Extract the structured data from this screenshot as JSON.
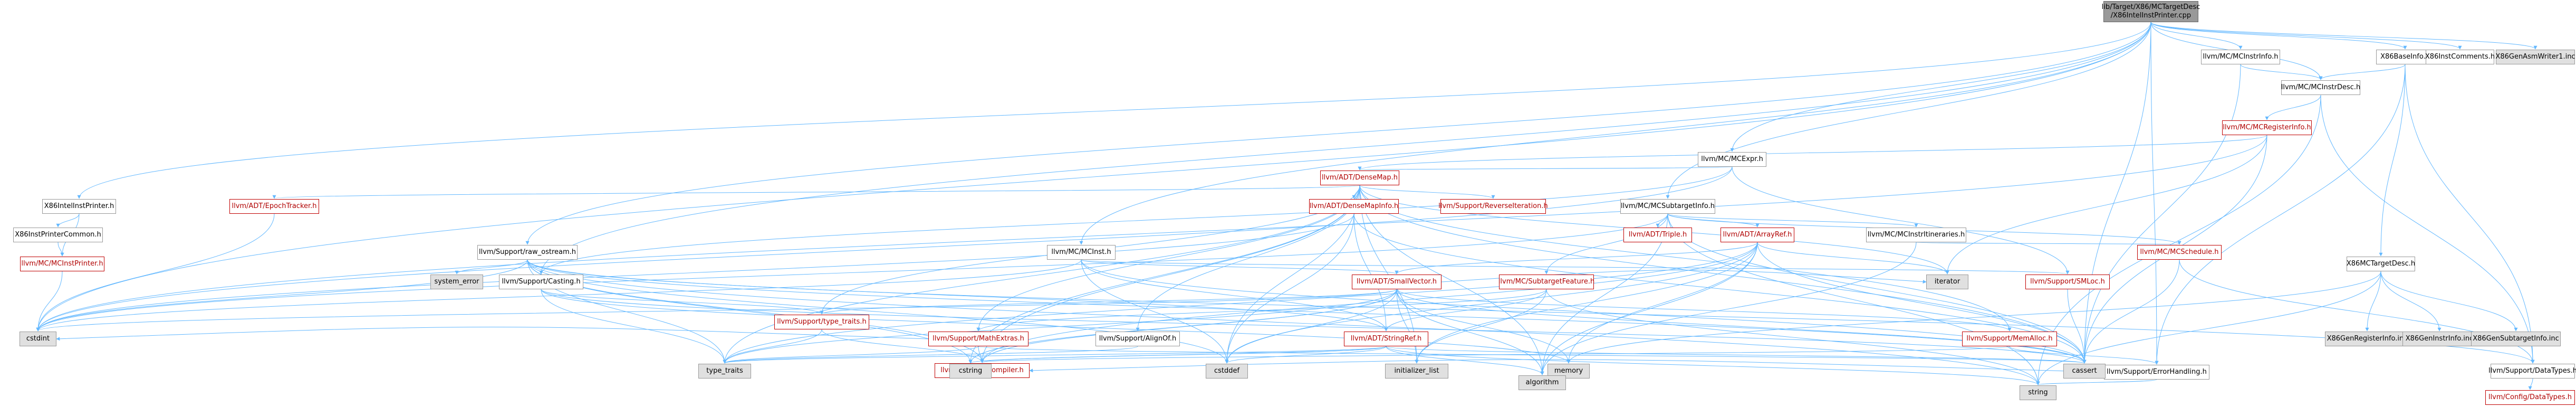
{
  "colors": {
    "edge": "#63b8ff",
    "node_border": "#999999",
    "node_border_red": "#c00000",
    "node_fill_grey": "#e0e0e0",
    "root_fill": "#999999"
  },
  "nodes": [
    {
      "id": "root",
      "label": "lib/Target/X86/MCTargetDesc\n/X86IntelInstPrinter.cpp",
      "style": "root"
    },
    {
      "id": "x86intel_h",
      "label": "X86IntelInstPrinter.h",
      "style": "plain"
    },
    {
      "id": "x86ipc_h",
      "label": "X86InstPrinterCommon.h",
      "style": "plain"
    },
    {
      "id": "mcinstprinter_h",
      "label": "llvm/MC/MCInstPrinter.h",
      "style": "red"
    },
    {
      "id": "casting_h",
      "label": "llvm/Support/Casting.h",
      "style": "plain"
    },
    {
      "id": "rawostream_h",
      "label": "llvm/Support/raw_ostream.h",
      "style": "plain"
    },
    {
      "id": "mcinst_h",
      "label": "llvm/MC/MCInst.h",
      "style": "plain"
    },
    {
      "id": "mcexpr_h",
      "label": "llvm/MC/MCExpr.h",
      "style": "plain"
    },
    {
      "id": "mcinstrinfo_h",
      "label": "llvm/MC/MCInstrInfo.h",
      "style": "plain"
    },
    {
      "id": "mcinstrdesc_h",
      "label": "llvm/MC/MCInstrDesc.h",
      "style": "plain"
    },
    {
      "id": "mcregisterinfo_h",
      "label": "llvm/MC/MCRegisterInfo.h",
      "style": "red"
    },
    {
      "id": "mcsubtargetinfo_h",
      "label": "llvm/MC/MCSubtargetInfo.h",
      "style": "plain"
    },
    {
      "id": "x86baseinfo_h",
      "label": "X86BaseInfo.h",
      "style": "plain"
    },
    {
      "id": "x86instcomments_h",
      "label": "X86InstComments.h",
      "style": "plain"
    },
    {
      "id": "x86genasmwriter1_inc",
      "label": "X86GenAsmWriter1.inc",
      "style": "grey"
    },
    {
      "id": "x86mctargetdesc_h",
      "label": "X86MCTargetDesc.h",
      "style": "plain"
    },
    {
      "id": "x86genregisterinfo_inc",
      "label": "X86GenRegisterInfo.inc",
      "style": "grey"
    },
    {
      "id": "x86geninstrinfo_inc",
      "label": "X86GenInstrInfo.inc",
      "style": "grey"
    },
    {
      "id": "x86gensubtargetinfo_inc",
      "label": "X86GenSubtargetInfo.inc",
      "style": "grey"
    },
    {
      "id": "densemap_h",
      "label": "llvm/ADT/DenseMap.h",
      "style": "red"
    },
    {
      "id": "epochtracker_h",
      "label": "llvm/ADT/EpochTracker.h",
      "style": "red"
    },
    {
      "id": "densemapinfo_h",
      "label": "llvm/ADT/DenseMapInfo.h",
      "style": "red"
    },
    {
      "id": "reverseiteration_h",
      "label": "llvm/Support/ReverseIteration.h",
      "style": "red"
    },
    {
      "id": "triple_h",
      "label": "llvm/ADT/Triple.h",
      "style": "red"
    },
    {
      "id": "arrayref_h",
      "label": "llvm/ADT/ArrayRef.h",
      "style": "red"
    },
    {
      "id": "mcinstrltineraries_h",
      "label": "llvm/MC/MCInstrItineraries.h",
      "style": "plain"
    },
    {
      "id": "mcschedule_h",
      "label": "llvm/MC/MCSchedule.h",
      "style": "red"
    },
    {
      "id": "mcsubtargetfeature_h",
      "label": "llvm/MC/SubtargetFeature.h",
      "style": "red"
    },
    {
      "id": "smloc_h",
      "label": "llvm/Support/SMLoc.h",
      "style": "red"
    },
    {
      "id": "smallvector_h",
      "label": "llvm/ADT/SmallVector.h",
      "style": "red"
    },
    {
      "id": "stringref_h",
      "label": "llvm/ADT/StringRef.h",
      "style": "red"
    },
    {
      "id": "mathextras_h",
      "label": "llvm/Support/MathExtras.h",
      "style": "red"
    },
    {
      "id": "alignof_h",
      "label": "llvm/Support/AlignOf.h",
      "style": "plain"
    },
    {
      "id": "memalloc_h",
      "label": "llvm/Support/MemAlloc.h",
      "style": "red"
    },
    {
      "id": "typetraits_h",
      "label": "llvm/Support/type_traits.h",
      "style": "red"
    },
    {
      "id": "errorhandling_h",
      "label": "llvm/Support/ErrorHandling.h",
      "style": "plain"
    },
    {
      "id": "compiler_h",
      "label": "llvm/Support/Compiler.h",
      "style": "red"
    },
    {
      "id": "datatypes_h",
      "label": "llvm/Support/DataTypes.h",
      "style": "plain"
    },
    {
      "id": "configdatatypes_h",
      "label": "llvm/Config/DataTypes.h",
      "style": "red"
    },
    {
      "id": "system_error",
      "label": "system_error",
      "style": "grey"
    },
    {
      "id": "cstdint",
      "label": "cstdint",
      "style": "grey"
    },
    {
      "id": "type_traits",
      "label": "type_traits",
      "style": "grey"
    },
    {
      "id": "cstring",
      "label": "cstring",
      "style": "grey"
    },
    {
      "id": "cstddef",
      "label": "cstddef",
      "style": "grey"
    },
    {
      "id": "initializer_list",
      "label": "initializer_list",
      "style": "grey"
    },
    {
      "id": "memory",
      "label": "memory",
      "style": "grey"
    },
    {
      "id": "iterator",
      "label": "iterator",
      "style": "grey"
    },
    {
      "id": "cassert",
      "label": "cassert",
      "style": "grey"
    },
    {
      "id": "algorithm",
      "label": "algorithm",
      "style": "grey"
    },
    {
      "id": "string",
      "label": "string",
      "style": "grey"
    }
  ],
  "edges": [
    [
      "root",
      "x86intel_h"
    ],
    [
      "root",
      "mcinst_h"
    ],
    [
      "root",
      "mcexpr_h"
    ],
    [
      "root",
      "mcinstrinfo_h"
    ],
    [
      "root",
      "mcinstrdesc_h"
    ],
    [
      "root",
      "mcsubtargetinfo_h"
    ],
    [
      "root",
      "casting_h"
    ],
    [
      "root",
      "rawostream_h"
    ],
    [
      "root",
      "x86baseinfo_h"
    ],
    [
      "root",
      "x86instcomments_h"
    ],
    [
      "root",
      "x86genasmwriter1_inc"
    ],
    [
      "root",
      "cassert"
    ],
    [
      "root",
      "cstdint"
    ],
    [
      "root",
      "errorhandling_h"
    ],
    [
      "x86intel_h",
      "x86ipc_h"
    ],
    [
      "x86intel_h",
      "mcinstprinter_h"
    ],
    [
      "x86ipc_h",
      "mcinstprinter_h"
    ],
    [
      "mcinstprinter_h",
      "cstdint"
    ],
    [
      "casting_h",
      "typetraits_h"
    ],
    [
      "casting_h",
      "cassert"
    ],
    [
      "casting_h",
      "memory"
    ],
    [
      "casting_h",
      "type_traits"
    ],
    [
      "rawostream_h",
      "stringref_h"
    ],
    [
      "rawostream_h",
      "datatypes_h"
    ],
    [
      "rawostream_h",
      "cassert"
    ],
    [
      "rawostream_h",
      "cstddef"
    ],
    [
      "rawostream_h",
      "cstdint"
    ],
    [
      "rawostream_h",
      "cstring"
    ],
    [
      "rawostream_h",
      "string"
    ],
    [
      "rawostream_h",
      "system_error"
    ],
    [
      "rawostream_h",
      "type_traits"
    ],
    [
      "rawostream_h",
      "compiler_h"
    ],
    [
      "mcinst_h",
      "smallvector_h"
    ],
    [
      "mcinst_h",
      "stringref_h"
    ],
    [
      "mcinst_h",
      "smloc_h"
    ],
    [
      "mcinst_h",
      "cassert"
    ],
    [
      "mcinst_h",
      "cstddef"
    ],
    [
      "mcinst_h",
      "cstdint"
    ],
    [
      "mcexpr_h",
      "densemap_h"
    ],
    [
      "mcexpr_h",
      "casting_h"
    ],
    [
      "mcexpr_h",
      "smloc_h"
    ],
    [
      "mcexpr_h",
      "cstdint"
    ],
    [
      "mcinstrinfo_h",
      "mcinstrdesc_h"
    ],
    [
      "mcinstrinfo_h",
      "cassert"
    ],
    [
      "mcinstrdesc_h",
      "mcregisterinfo_h"
    ],
    [
      "mcinstrdesc_h",
      "datatypes_h"
    ],
    [
      "mcinstrdesc_h",
      "string"
    ],
    [
      "mcregisterinfo_h",
      "densemap_h"
    ],
    [
      "mcregisterinfo_h",
      "iterator"
    ],
    [
      "mcregisterinfo_h",
      "cassert"
    ],
    [
      "mcregisterinfo_h",
      "cstdint"
    ],
    [
      "mcsubtargetinfo_h",
      "triple_h"
    ],
    [
      "mcsubtargetinfo_h",
      "arrayref_h"
    ],
    [
      "mcsubtargetinfo_h",
      "mcinstrltineraries_h"
    ],
    [
      "mcsubtargetinfo_h",
      "mcschedule_h"
    ],
    [
      "mcsubtargetinfo_h",
      "mcsubtargetfeature_h"
    ],
    [
      "mcsubtargetinfo_h",
      "string"
    ],
    [
      "mcsubtargetinfo_h",
      "algorithm"
    ],
    [
      "mcsubtargetinfo_h",
      "cassert"
    ],
    [
      "mcsubtargetinfo_h",
      "cstdint"
    ],
    [
      "x86baseinfo_h",
      "x86mctargetdesc_h"
    ],
    [
      "x86baseinfo_h",
      "mcinstrdesc_h"
    ],
    [
      "x86baseinfo_h",
      "datatypes_h"
    ],
    [
      "x86baseinfo_h",
      "errorhandling_h"
    ],
    [
      "x86mctargetdesc_h",
      "x86genregisterinfo_inc"
    ],
    [
      "x86mctargetdesc_h",
      "x86geninstrinfo_inc"
    ],
    [
      "x86mctargetdesc_h",
      "x86gensubtargetinfo_inc"
    ],
    [
      "x86mctargetdesc_h",
      "memory"
    ],
    [
      "x86mctargetdesc_h",
      "string"
    ],
    [
      "densemap_h",
      "epochtracker_h"
    ],
    [
      "densemap_h",
      "densemapinfo_h"
    ],
    [
      "densemap_h",
      "reverseiteration_h"
    ],
    [
      "densemap_h",
      "alignof_h"
    ],
    [
      "densemap_h",
      "compiler_h"
    ],
    [
      "densemap_h",
      "mathextras_h"
    ],
    [
      "densemap_h",
      "memalloc_h"
    ],
    [
      "densemap_h",
      "typetraits_h"
    ],
    [
      "densemap_h",
      "algorithm"
    ],
    [
      "densemap_h",
      "cassert"
    ],
    [
      "densemap_h",
      "cstddef"
    ],
    [
      "densemap_h",
      "cstring"
    ],
    [
      "densemap_h",
      "initializer_list"
    ],
    [
      "densemap_h",
      "iterator"
    ],
    [
      "densemap_h",
      "type_traits"
    ],
    [
      "densemap_h",
      "utility"
    ],
    [
      "epochtracker_h",
      "cstdint"
    ],
    [
      "densemapinfo_h",
      "cassert"
    ],
    [
      "densemapinfo_h",
      "cstddef"
    ],
    [
      "densemapinfo_h",
      "cstdint"
    ],
    [
      "densemapinfo_h",
      "stringref_h"
    ],
    [
      "arrayref_h",
      "smallvector_h"
    ],
    [
      "arrayref_h",
      "compiler_h"
    ],
    [
      "arrayref_h",
      "algorithm"
    ],
    [
      "arrayref_h",
      "cassert"
    ],
    [
      "arrayref_h",
      "cstddef"
    ],
    [
      "arrayref_h",
      "initializer_list"
    ],
    [
      "arrayref_h",
      "iterator"
    ],
    [
      "arrayref_h",
      "memory"
    ],
    [
      "arrayref_h",
      "type_traits"
    ],
    [
      "mcinstrltineraries_h",
      "mcschedule_h"
    ],
    [
      "mcinstrltineraries_h",
      "algorithm"
    ],
    [
      "mcschedule_h",
      "datatypes_h"
    ],
    [
      "mcschedule_h",
      "cassert"
    ],
    [
      "mcsubtargetfeature_h",
      "stringref_h"
    ],
    [
      "mcsubtargetfeature_h",
      "mathextras_h"
    ],
    [
      "mcsubtargetfeature_h",
      "string"
    ],
    [
      "mcsubtargetfeature_h",
      "initializer_list"
    ],
    [
      "smloc_h",
      "cassert"
    ],
    [
      "smallvector_h",
      "compiler_h"
    ],
    [
      "smallvector_h",
      "memalloc_h"
    ],
    [
      "smallvector_h",
      "typetraits_h"
    ],
    [
      "smallvector_h",
      "algorithm"
    ],
    [
      "smallvector_h",
      "cassert"
    ],
    [
      "smallvector_h",
      "cstddef"
    ],
    [
      "smallvector_h",
      "cstdint"
    ],
    [
      "smallvector_h",
      "cstring"
    ],
    [
      "smallvector_h",
      "initializer_list"
    ],
    [
      "smallvector_h",
      "iterator"
    ],
    [
      "smallvector_h",
      "memory"
    ],
    [
      "smallvector_h",
      "type_traits"
    ],
    [
      "stringref_h",
      "compiler_h"
    ],
    [
      "stringref_h",
      "algorithm"
    ],
    [
      "stringref_h",
      "cassert"
    ],
    [
      "stringref_h",
      "cstddef"
    ],
    [
      "stringref_h",
      "cstring"
    ],
    [
      "stringref_h",
      "string"
    ],
    [
      "stringref_h",
      "type_traits"
    ],
    [
      "mathextras_h",
      "compiler_h"
    ],
    [
      "mathextras_h",
      "cassert"
    ],
    [
      "mathextras_h",
      "cstdint"
    ],
    [
      "mathextras_h",
      "type_traits"
    ],
    [
      "alignof_h",
      "type_traits"
    ],
    [
      "memalloc_h",
      "compiler_h"
    ],
    [
      "memalloc_h",
      "errorhandling_h"
    ],
    [
      "typetraits_h",
      "compiler_h"
    ],
    [
      "typetraits_h",
      "type_traits"
    ],
    [
      "errorhandling_h",
      "compiler_h"
    ],
    [
      "errorhandling_h",
      "string"
    ],
    [
      "datatypes_h",
      "configdatatypes_h"
    ]
  ]
}
